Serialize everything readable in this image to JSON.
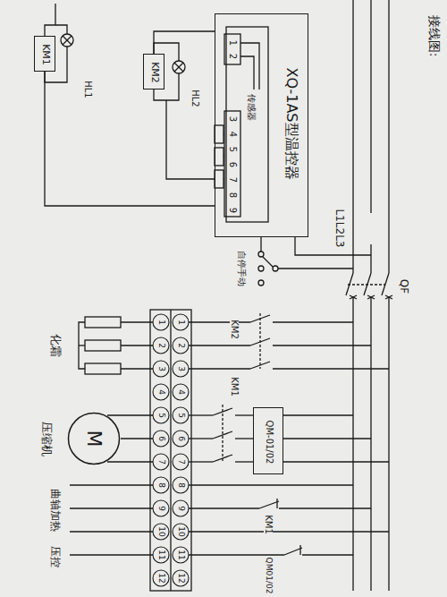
{
  "diagram": {
    "nodes": [
      {
        "text": [
          "KM1"
        ]
      },
      {
        "text": [
          "KM2"
        ]
      },
      {
        "text": [
          "XQ-1AS型温控器"
        ]
      },
      {
        "text": [
          "QM-01/02"
        ]
      },
      {
        "text": [
          "M"
        ]
      }
    ],
    "edges": [
      {
        "from": 2,
        "to": 1,
        "arrow": "none"
      },
      {
        "from": 2,
        "to": 0,
        "arrow": "none"
      }
    ],
    "labels": [
      "接线图:",
      "HL1",
      "HL2",
      "1",
      "2",
      "传感器",
      "3",
      "4",
      "5",
      "6",
      "7",
      "8",
      "9",
      "自停手动",
      "L1L2L3",
      "QF",
      "KM2",
      "KM1",
      "化霜",
      "压缩机",
      "1",
      "2",
      "3",
      "4",
      "5",
      "6",
      "7",
      "8",
      "9",
      "10",
      "11",
      "12",
      "1",
      "2",
      "3",
      "4",
      "5",
      "6",
      "7",
      "8",
      "9",
      "10",
      "11",
      "12",
      "曲轴加热",
      "KM1",
      "QM01/02",
      "压控"
    ]
  }
}
